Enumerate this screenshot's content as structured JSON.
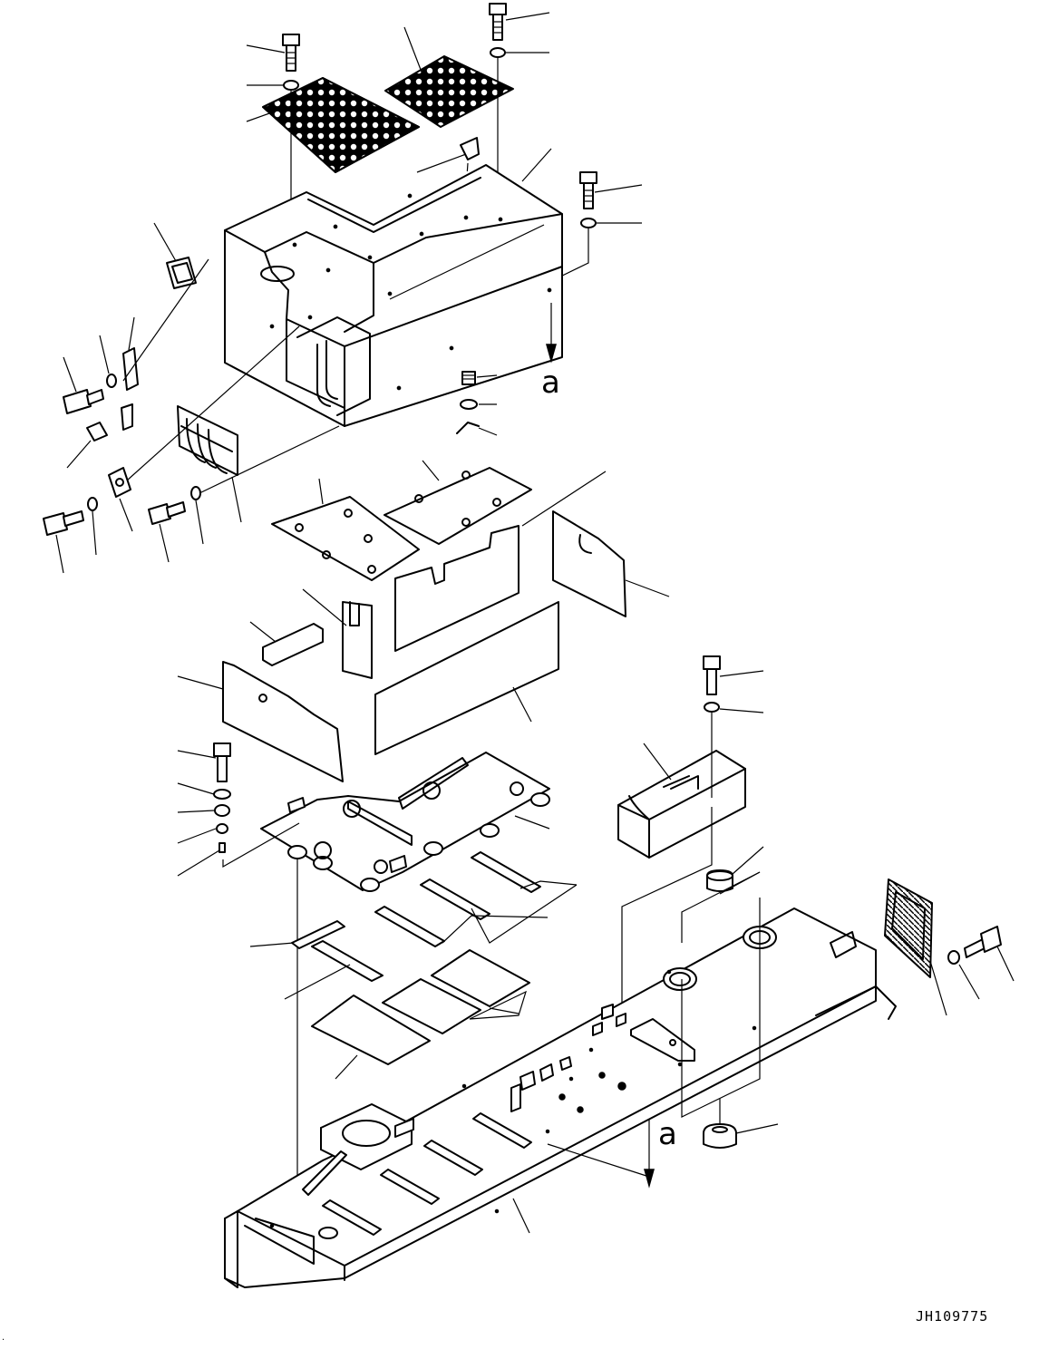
{
  "diagram": {
    "drawing_number": "JH109775",
    "view_marker_top": "a",
    "view_marker_bottom": "a",
    "corner_mark": "."
  }
}
